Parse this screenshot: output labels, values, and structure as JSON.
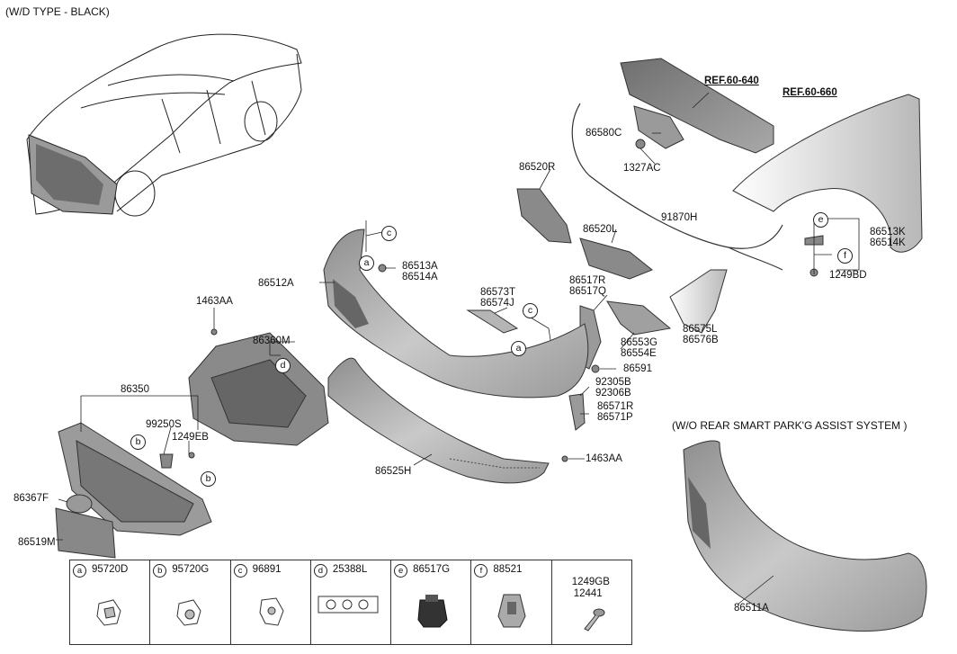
{
  "header": {
    "variant_note": "(W/D TYPE - BLACK)",
    "inset_note": "(W/O REAR SMART PARK'G ASSIST SYSTEM )"
  },
  "references": [
    "REF.60-640",
    "REF.60-660"
  ],
  "part_labels": {
    "p86580C": "86580C",
    "p1327AC": "1327AC",
    "p86520R": "86520R",
    "p86520L": "86520L",
    "p91870H": "91870H",
    "p86513K": "86513K",
    "p86514K": "86514K",
    "p1249BD": "1249BD",
    "p86513A": "86513A",
    "p86514A": "86514A",
    "p86512A": "86512A",
    "p86573T": "86573T",
    "p86574J": "86574J",
    "p86517R": "86517R",
    "p86517Q": "86517Q",
    "p86575L": "86575L",
    "p86576B": "86576B",
    "p1463AA_top": "1463AA",
    "p86360M": "86360M",
    "p86553G": "86553G",
    "p86554E": "86554E",
    "p86591": "86591",
    "p92305B": "92305B",
    "p92306B": "92306B",
    "p86571R": "86571R",
    "p86571P": "86571P",
    "p86350": "86350",
    "p99250S": "99250S",
    "p1249EB": "1249EB",
    "p1463AA_bottom": "1463AA",
    "p86525H": "86525H",
    "p86367F": "86367F",
    "p86519M": "86519M",
    "p86511A": "86511A"
  },
  "callouts": [
    "a",
    "b",
    "c",
    "d",
    "e",
    "f"
  ],
  "legend": [
    {
      "letter": "a",
      "part": "95720D"
    },
    {
      "letter": "b",
      "part": "95720G"
    },
    {
      "letter": "c",
      "part": "96891"
    },
    {
      "letter": "d",
      "part": "25388L"
    },
    {
      "letter": "e",
      "part": "86517G"
    },
    {
      "letter": "f",
      "part": "88521"
    },
    {
      "letter": "",
      "part": "1249GB",
      "part2": "12441"
    }
  ]
}
